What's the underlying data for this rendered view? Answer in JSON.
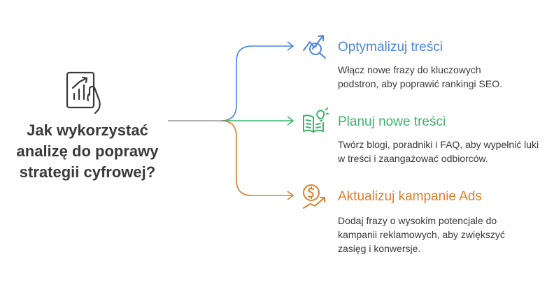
{
  "question": "Jak wykorzystać analizę do poprawy strategii cyfrowej?",
  "branches": [
    {
      "title": "Optymalizuj treści",
      "description": "Włącz nowe frazy do kluczowych podstron, aby poprawić rankingi SEO.",
      "icon": "chart-magnifier-icon",
      "color": "#4a85e0"
    },
    {
      "title": "Planuj nowe treści",
      "description": "Twórz blogi, poradniki i FAQ, aby wypełnić luki w treści i zaangażować odbiorców.",
      "icon": "book-lightbulb-icon",
      "color": "#3cb36a"
    },
    {
      "title": "Aktualizuj kampanie Ads",
      "description": "Dodaj frazy o wysokim potencjale do kampanii reklamowych, aby zwiększyć zasięg i konwersje.",
      "icon": "dollar-growth-icon",
      "color": "#dc7e2a"
    }
  ],
  "colors": {
    "text": "#3a3a3a",
    "trunk": "#9a9a9a",
    "icon_main": "#3a3a3a"
  }
}
